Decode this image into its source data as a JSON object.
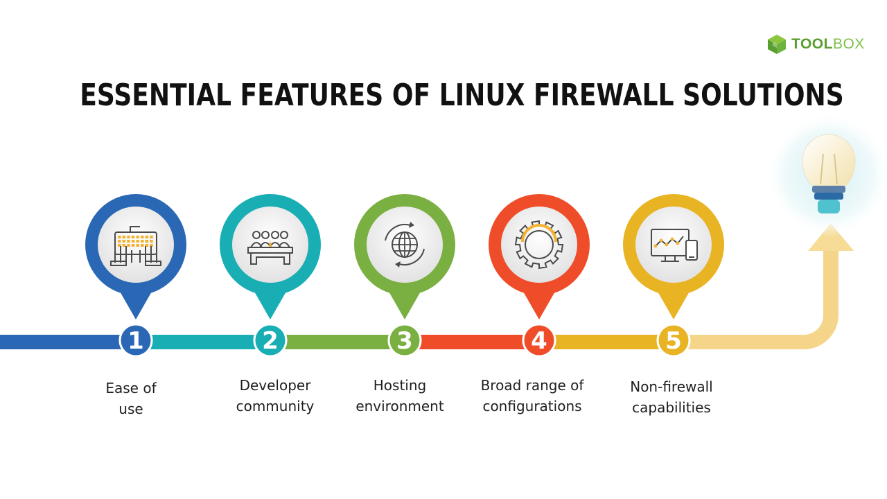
{
  "brand": {
    "name_part1": "TOOL",
    "name_part2": "BOX",
    "color": "#6db33f"
  },
  "title": "ESSENTIAL FEATURES OF LINUX FIREWALL SOLUTIONS",
  "features": [
    {
      "number": "1",
      "line1": "Ease of",
      "line2": "use",
      "color": "#2a67b4",
      "icon": "keyboard-hands-icon"
    },
    {
      "number": "2",
      "line1": "Developer",
      "line2": "community",
      "color": "#18aeb4",
      "icon": "team-meeting-icon"
    },
    {
      "number": "3",
      "line1": "Hosting",
      "line2": "environment",
      "color": "#7ab042",
      "icon": "globe-cycle-icon"
    },
    {
      "number": "4",
      "line1": "Broad range of",
      "line2": "configurations",
      "color": "#ef4c2a",
      "icon": "gear-icon"
    },
    {
      "number": "5",
      "line1": "Non-firewall",
      "line2": "capabilities",
      "color": "#e8b424",
      "icon": "devices-analytics-icon"
    }
  ],
  "end_icon": "lightbulb-icon",
  "colors": {
    "track_tail": "#f5d58a",
    "bulb_glow": "#e6f6f8"
  }
}
